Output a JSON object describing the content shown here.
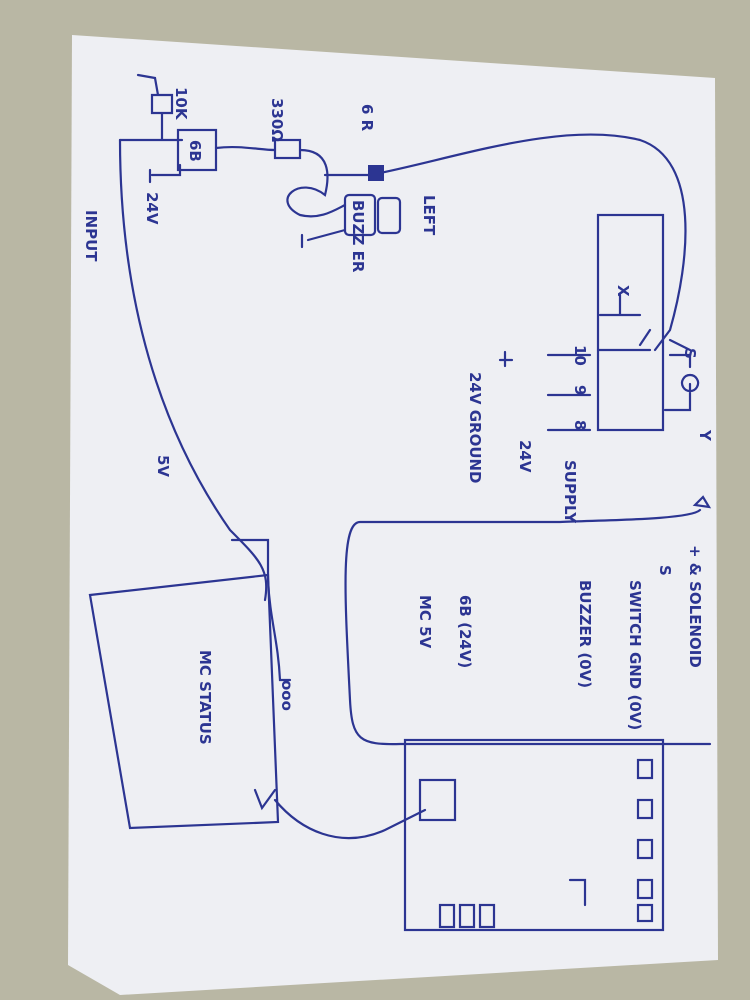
{
  "colors": {
    "ink": "#2c3592",
    "paper": "#eeeff3",
    "background": "#b9b7a4"
  },
  "labels": {
    "resistor_10k": "10K",
    "relay_6b": "6B",
    "v24_top": "24V",
    "input": "INPUT",
    "resistor_330": "330Ω",
    "six_r": "6 R",
    "buzzer": "BUZZ ER",
    "left": "LEFT",
    "x_mark": "X",
    "pin10": "10",
    "pin9": "9",
    "pin8": "8",
    "ground_24v": "24V GROUND",
    "v24_supply": "24V",
    "supply": "SUPPLY",
    "five_v": "5V",
    "s_mark": "S",
    "y_mark": "Y",
    "mc_status": "MC STATUS",
    "dots": "ooo"
  },
  "legend": {
    "title": "+ & SOLENOID",
    "items": [
      "S",
      "SWITCH GND (0V)",
      "BUZZER (0V)",
      "6B (24V)",
      "MC 5V"
    ]
  }
}
